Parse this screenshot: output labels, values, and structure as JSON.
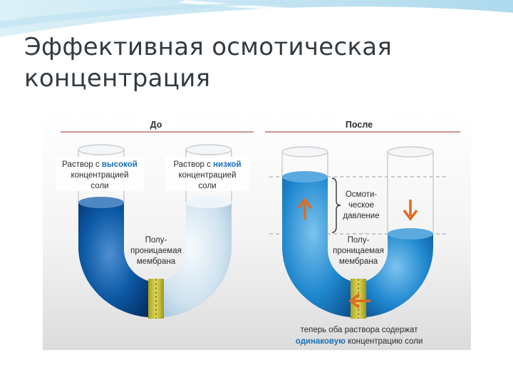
{
  "slide": {
    "title_line1": "Эффективная осмотическая",
    "title_line2": "концентрация"
  },
  "figure": {
    "before": {
      "header": "До",
      "left_label": {
        "line1_prefix": "Раствор с ",
        "line1_highlight": "высокой",
        "line2": "концентрацией",
        "line3": "соли"
      },
      "right_label": {
        "line1_prefix": "Раствор с ",
        "line1_highlight": "низкой",
        "line2": "концентрацией",
        "line3": "соли"
      },
      "membrane_label": [
        "Полу-",
        "проницаемая",
        "мембрана"
      ]
    },
    "after": {
      "header": "После",
      "pressure_label": [
        "Осмоти-",
        "ческое",
        "давление"
      ],
      "membrane_label": [
        "Полу-",
        "проницаемая",
        "мембрана"
      ],
      "caption_line1": "теперь оба раствора содержат",
      "caption_line2_highlight": "одинаковую",
      "caption_line2_rest": " концентрацию соли"
    },
    "colors": {
      "high_concentration": "#0b4f96",
      "low_concentration": "#d4e6f2",
      "equal_concentration": "#1e86c8",
      "membrane": "#c9c23a",
      "arrow": "#e06a22",
      "highlight_text": "#1a6fb8"
    },
    "icons": [
      "arrow-up-icon",
      "arrow-down-icon",
      "arrow-left-icon"
    ]
  }
}
